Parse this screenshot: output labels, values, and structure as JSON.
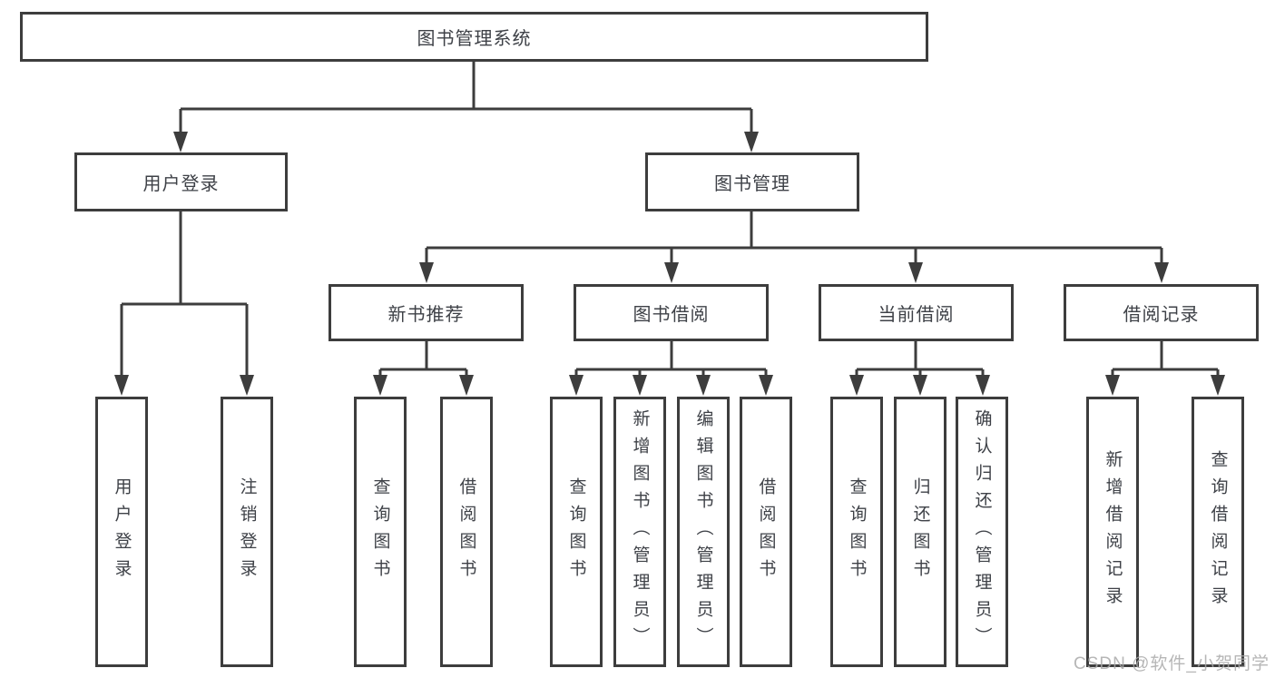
{
  "tree": {
    "root": {
      "label": "图书管理系统",
      "children": [
        {
          "label": "用户登录",
          "children": [
            {
              "label": "用户登录"
            },
            {
              "label": "注销登录"
            }
          ]
        },
        {
          "label": "图书管理",
          "children": [
            {
              "label": "新书推荐",
              "children": [
                {
                  "label": "查询图书"
                },
                {
                  "label": "借阅图书"
                }
              ]
            },
            {
              "label": "图书借阅",
              "children": [
                {
                  "label": "查询图书"
                },
                {
                  "label": "新增图书（管理员）"
                },
                {
                  "label": "编辑图书（管理员）"
                },
                {
                  "label": "借阅图书"
                }
              ]
            },
            {
              "label": "当前借阅",
              "children": [
                {
                  "label": "查询图书"
                },
                {
                  "label": "归还图书"
                },
                {
                  "label": "确认归还（管理员）"
                }
              ]
            },
            {
              "label": "借阅记录",
              "children": [
                {
                  "label": "新增借阅记录"
                },
                {
                  "label": "查询借阅记录"
                }
              ]
            }
          ]
        }
      ]
    }
  },
  "watermark": {
    "text": "CSDN @软件_小贺同学"
  },
  "colors": {
    "line": "#3d3d3d",
    "text": "#3e4147",
    "watermark": "#aaaaaa",
    "background": "#ffffff"
  }
}
